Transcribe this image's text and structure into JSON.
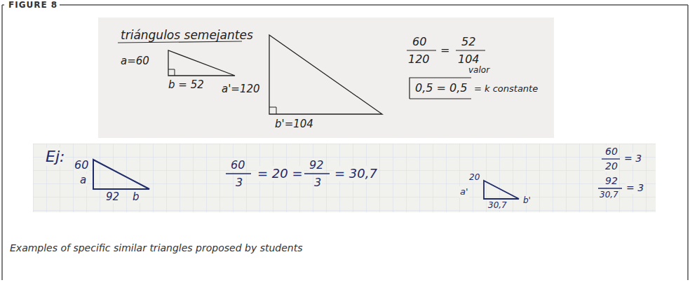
{
  "diagram": {
    "title": "FIGURE 8",
    "caption": "Examples of specific similar triangles proposed by students",
    "labels": [
      "triángulos semejantes",
      "a=60",
      "b = 52",
      "a'=120",
      "b'=104",
      "60",
      "120",
      "=",
      "52",
      "104",
      "valor",
      "0,5 = 0,5",
      "= k constante",
      "Ej:",
      "60",
      "a",
      "92",
      "b",
      "60",
      "3",
      "= 20 =",
      "92",
      "3",
      "= 30,7",
      "20",
      "a'",
      "30,7",
      "b'",
      "60",
      "20",
      "= 3",
      "92",
      "30,7",
      "= 3"
    ]
  }
}
